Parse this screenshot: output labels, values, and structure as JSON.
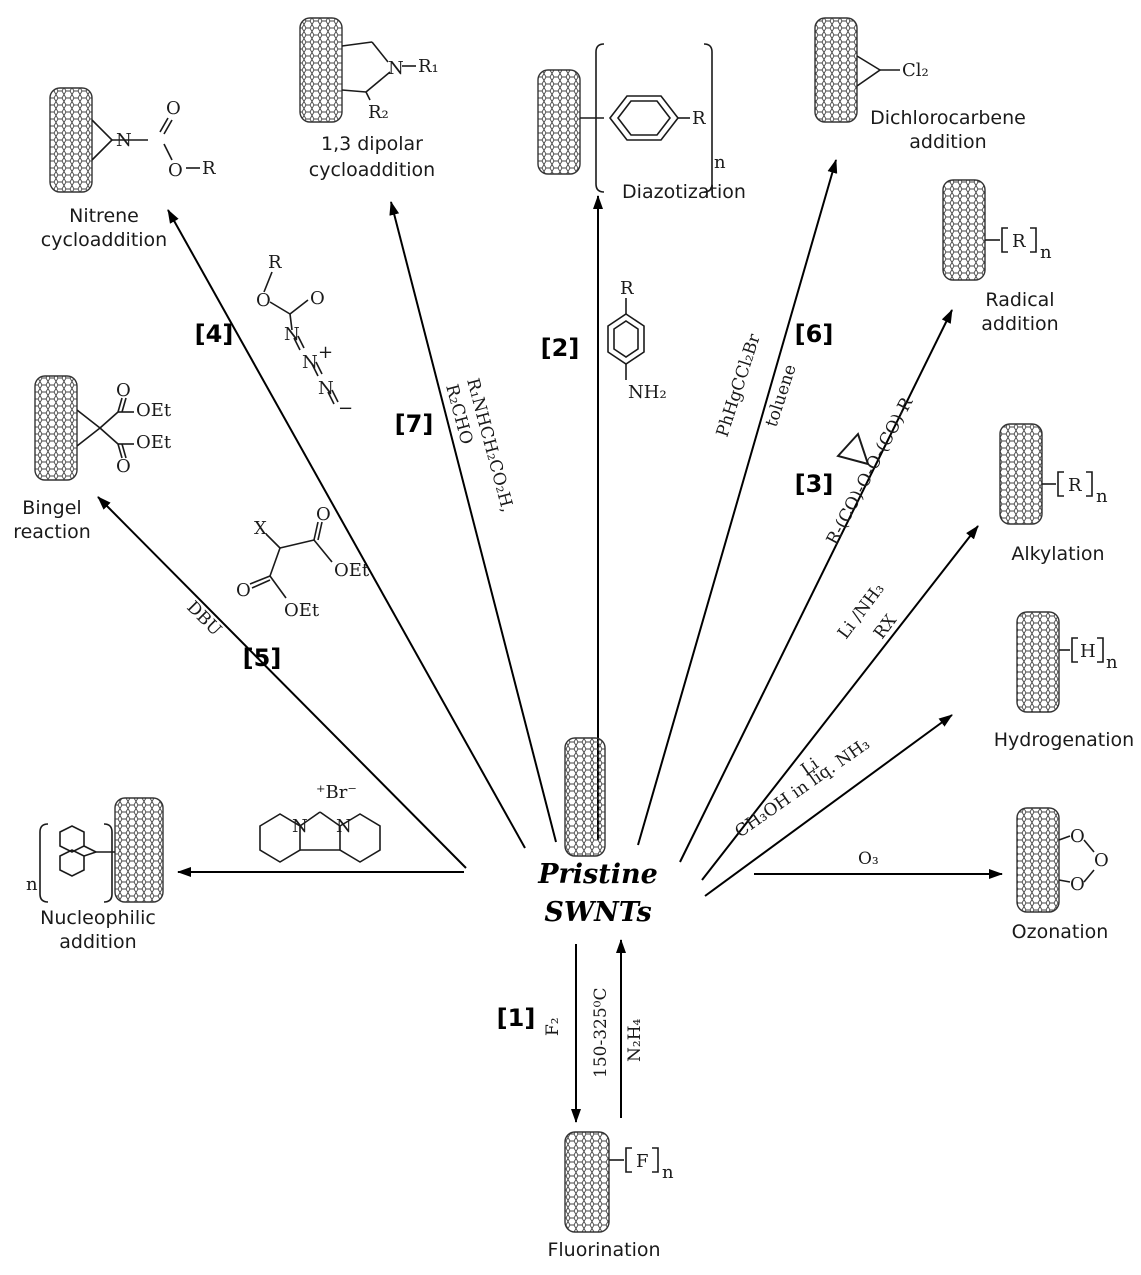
{
  "center": {
    "line1": "Pristine",
    "line2": "SWNTs"
  },
  "reactions": {
    "nitrene": {
      "label1": "Nitrene",
      "label2": "cycloaddition",
      "num": "[4]"
    },
    "dipolar": {
      "label1": "1,3 dipolar",
      "label2": "cycloaddition",
      "num": "[7]",
      "reagent1": "R₁NHCH₂CO₂H,",
      "reagent2": "R₂CHO"
    },
    "diazo": {
      "label": "Diazotization",
      "num": "[2]"
    },
    "dichloro": {
      "label1": "Dichlorocarbene",
      "label2": "addition",
      "num": "[6]",
      "reagent1": "PhHgCCl₂Br",
      "reagent2": "toluene"
    },
    "radical": {
      "label1": "Radical",
      "label2": "addition",
      "num": "[3]",
      "reagent": "R-(CO)-O-O-(CO)-R"
    },
    "alkylation": {
      "label": "Alkylation",
      "reagent1": "Li /NH₃",
      "reagent2": "RX"
    },
    "hydrogenation": {
      "label": "Hydrogenation",
      "reagent1": "Li",
      "reagent2": "CH₃OH in liq. NH₃"
    },
    "ozonation": {
      "label": "Ozonation",
      "reagent": "O₃"
    },
    "bingel": {
      "label1": "Bingel",
      "label2": "reaction",
      "num": "[5]",
      "reagent": "DBU"
    },
    "nucleophilic": {
      "label1": "Nucleophilic",
      "label2": "addition"
    },
    "fluorination": {
      "label": "Fluorination",
      "num": "[1]",
      "reagent1": "F₂",
      "reagent2": "150-325⁰C",
      "reagent3": "N₂H₄"
    }
  },
  "chem": {
    "N": "N",
    "O": "O",
    "R": "R",
    "R1": "R₁",
    "R2": "R₂",
    "Cl2": "Cl₂",
    "OEt": "OEt",
    "X": "X",
    "NH2": "NH₂",
    "Br": "⁺Br⁻",
    "plus": "+",
    "minus": "−",
    "n": "n",
    "Rn": "R",
    "Hn": "H",
    "Fn": "F",
    "dash": "–"
  }
}
